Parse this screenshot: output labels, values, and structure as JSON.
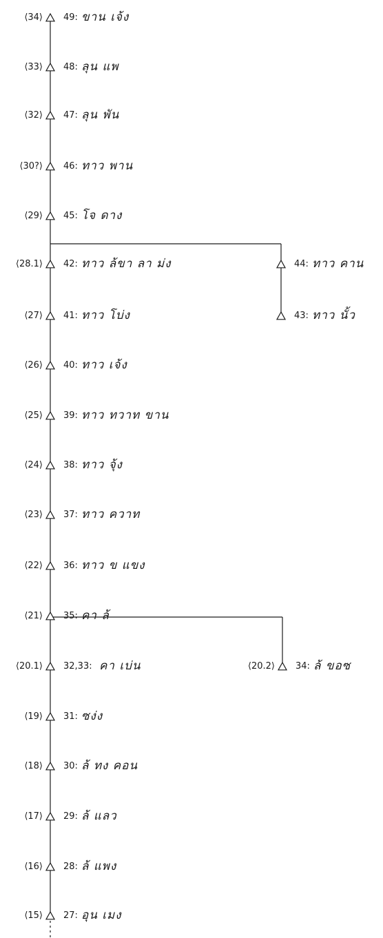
{
  "generations": [
    {
      "gen": "⟨34⟩",
      "num": "49:",
      "name": "ขาน เจ้ง"
    },
    {
      "gen": "⟨33⟩",
      "num": "48:",
      "name": "ลุน แพ"
    },
    {
      "gen": "⟨32⟩",
      "num": "47:",
      "name": "ลุน พัน"
    },
    {
      "gen": "⟨30?⟩",
      "num": "46:",
      "name": "ทาว พาน"
    },
    {
      "gen": "⟨29⟩",
      "num": "45:",
      "name": "โจ ดาง"
    },
    {
      "gen": "⟨28.1⟩",
      "num": "42:",
      "name": "ทาว ล้ขา ลา ม่ง"
    },
    {
      "gen": "⟨27⟩",
      "num": "41:",
      "name": "ทาว โบ่ง"
    },
    {
      "gen": "⟨26⟩",
      "num": "40:",
      "name": "ทาว เจ้ง"
    },
    {
      "gen": "⟨25⟩",
      "num": "39:",
      "name": "ทาว ทวาท ขาน"
    },
    {
      "gen": "⟨24⟩",
      "num": "38:",
      "name": "ทาว จุ้ง"
    },
    {
      "gen": "⟨23⟩",
      "num": "37:",
      "name": "ทาว ควาท"
    },
    {
      "gen": "⟨22⟩",
      "num": "36:",
      "name": "ทาว ข แขง"
    },
    {
      "gen": "⟨21⟩",
      "num": "35:",
      "name": "คา ล้"
    },
    {
      "gen": "⟨20.1⟩",
      "num": "32,33:",
      "name": "คา เบ่น"
    },
    {
      "gen": "⟨19⟩",
      "num": "31:",
      "name": "ซง่ง"
    },
    {
      "gen": "⟨18⟩",
      "num": "30:",
      "name": "ล้ ทง คอน"
    },
    {
      "gen": "⟨17⟩",
      "num": "29:",
      "name": "ล้ แลว"
    },
    {
      "gen": "⟨16⟩",
      "num": "28:",
      "name": "ล้ แพง"
    },
    {
      "gen": "⟨15⟩",
      "num": "27:",
      "name": "อุน เมง"
    }
  ],
  "branches": [
    {
      "gen": "",
      "num": "44:",
      "name": "ทาว คาน"
    },
    {
      "gen": "",
      "num": "43:",
      "name": "ทาว นั้ว"
    },
    {
      "gen": "⟨20.2⟩",
      "num": "34:",
      "name": "ล้ ขอซ"
    }
  ],
  "line_color": "#1a1a1a"
}
